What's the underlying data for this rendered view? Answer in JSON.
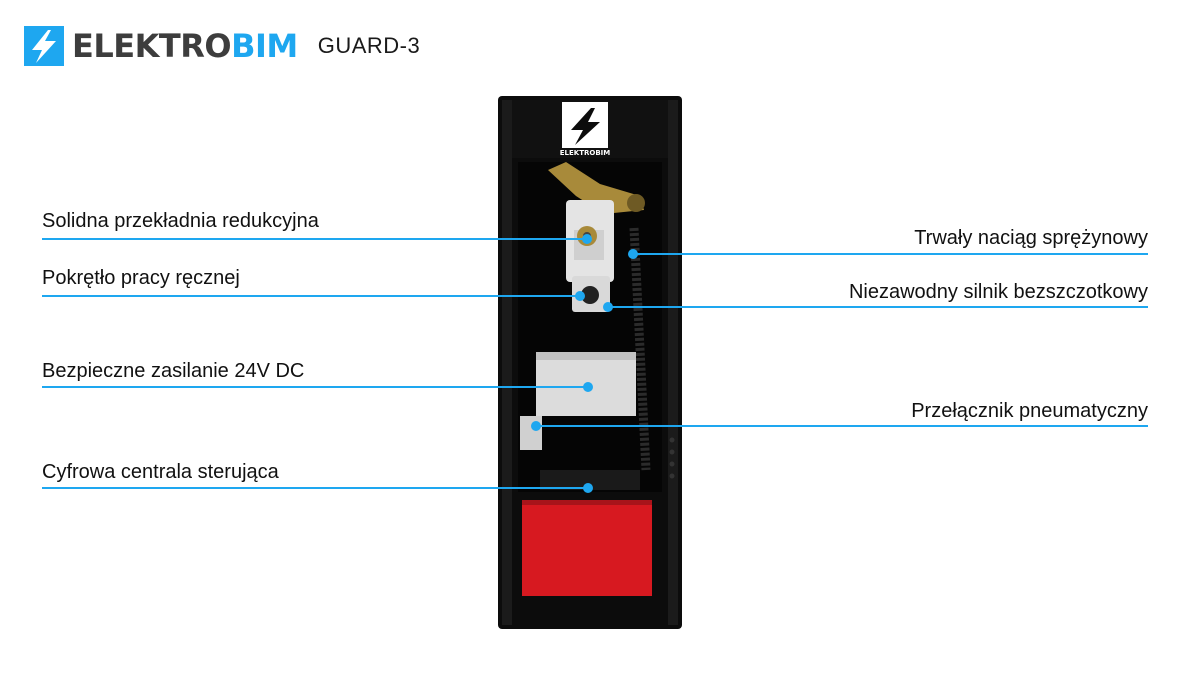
{
  "brand": {
    "prefix": "ELEKTRO",
    "suffix": "BIM",
    "accent_color": "#1ea7f0"
  },
  "model": "GUARD-3",
  "device_logo_text": "ELEKTROBIM",
  "callouts_left": [
    "Solidna przekładnia redukcyjna",
    "Pokrętło pracy ręcznej",
    "Bezpieczne zasilanie 24V DC",
    "Cyfrowa centrala sterująca"
  ],
  "callouts_right": [
    "Trwały naciąg sprężynowy",
    "Niezawodny silnik bezszczotkowy",
    "Przełącznik pneumatyczny"
  ],
  "colors": {
    "line": "#1ea7f0",
    "cabinet": "#0c0c0c",
    "panel_red": "#d71920",
    "gear_brass": "#a88a3a"
  }
}
